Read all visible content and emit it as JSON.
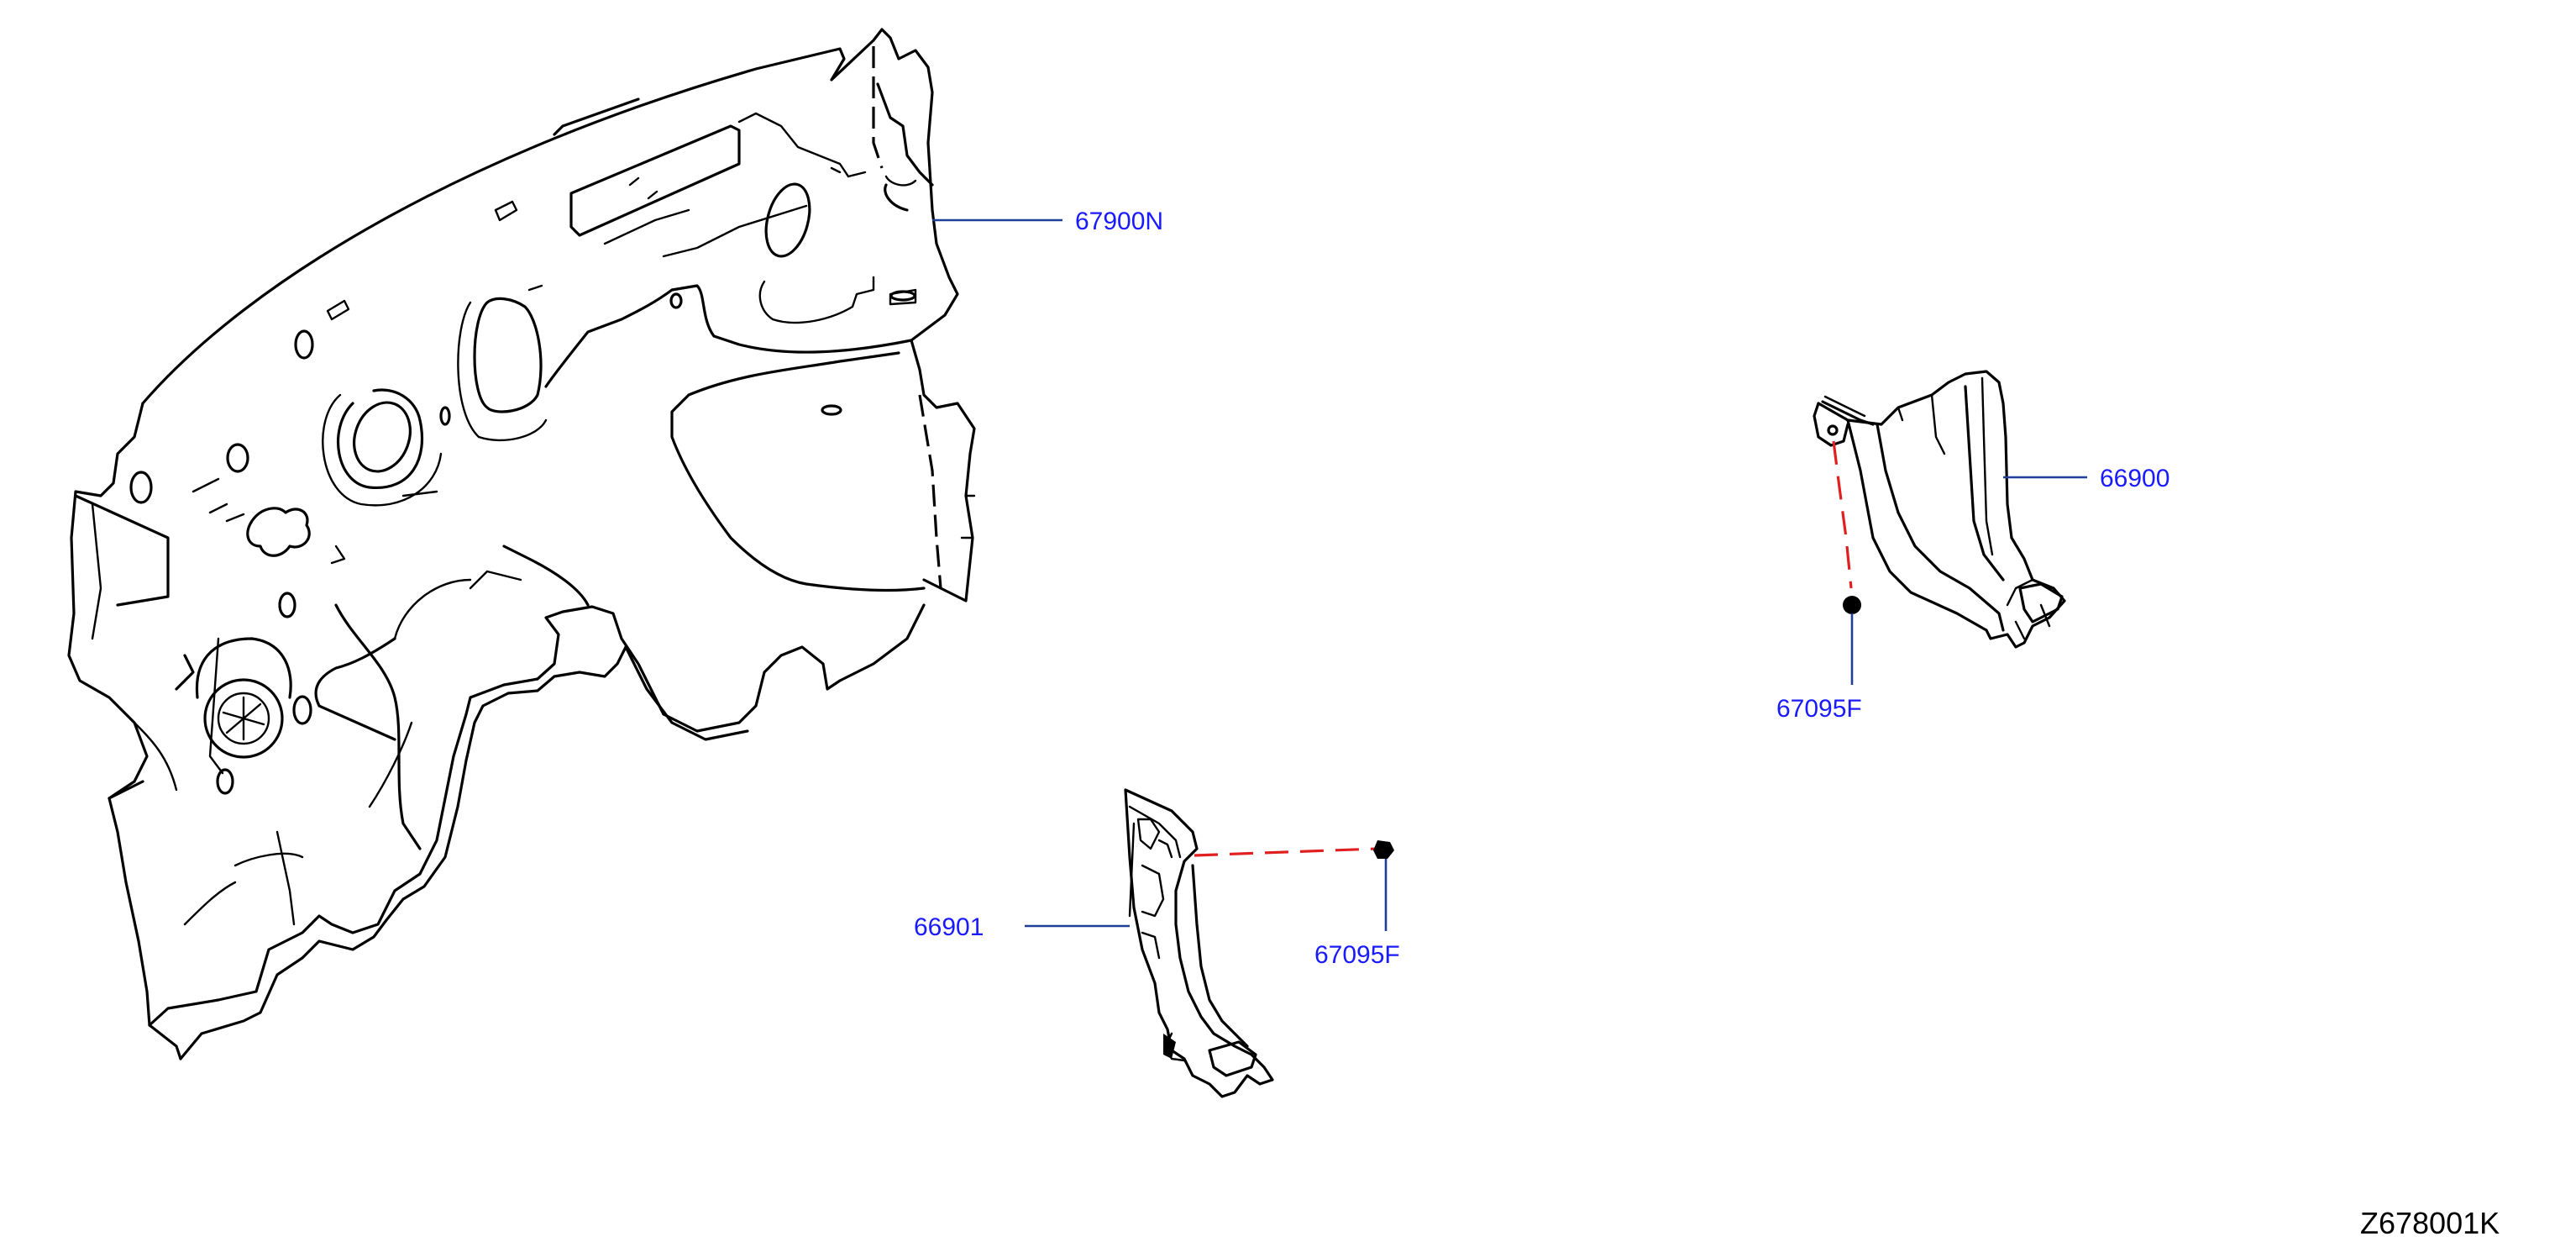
{
  "colors": {
    "callout_text": "#1a1aff",
    "leader_line": "#1f3f99",
    "dash_connector": "#e02020",
    "part_outline": "#000000"
  },
  "callouts": [
    {
      "id": "dash-insulator",
      "label": "67900N"
    },
    {
      "id": "kick-plate-right",
      "label": "66900"
    },
    {
      "id": "clip-right",
      "label": "67095F"
    },
    {
      "id": "kick-plate-left",
      "label": "66901"
    },
    {
      "id": "clip-left",
      "label": "67095F"
    }
  ],
  "diagram_code": "Z678001K"
}
